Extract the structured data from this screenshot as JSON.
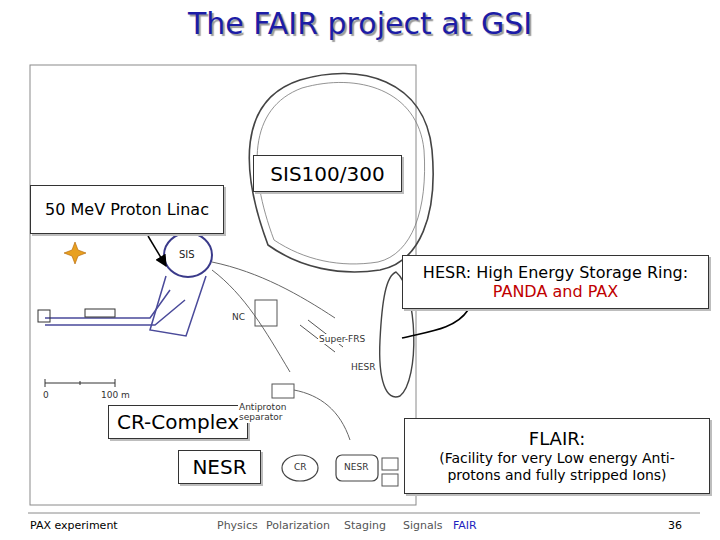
{
  "diagram": {
    "title": "The FAIR project at GSI",
    "nodes": [
      {
        "text": [
          "SIS100/300"
        ]
      },
      {
        "text": [
          "50 MeV Proton Linac"
        ]
      },
      {
        "text": [
          "HESR: High Energy Storage Ring:",
          "PANDA and PAX"
        ]
      },
      {
        "text": [
          "CR-Complex"
        ]
      },
      {
        "text": [
          "NESR"
        ]
      },
      {
        "text": [
          "FLAIR:",
          "(Facility for very Low energy Anti-protons and fully stripped Ions)"
        ]
      }
    ],
    "labels": [
      "SIS",
      "NC",
      "Super-FRS",
      "HESR",
      "Antiproton separator",
      "CR",
      "NESR",
      "0",
      "100 m",
      "PAX experiment",
      "Physics",
      "Polarization",
      "Staging",
      "Signals",
      "FAIR",
      "36"
    ]
  }
}
